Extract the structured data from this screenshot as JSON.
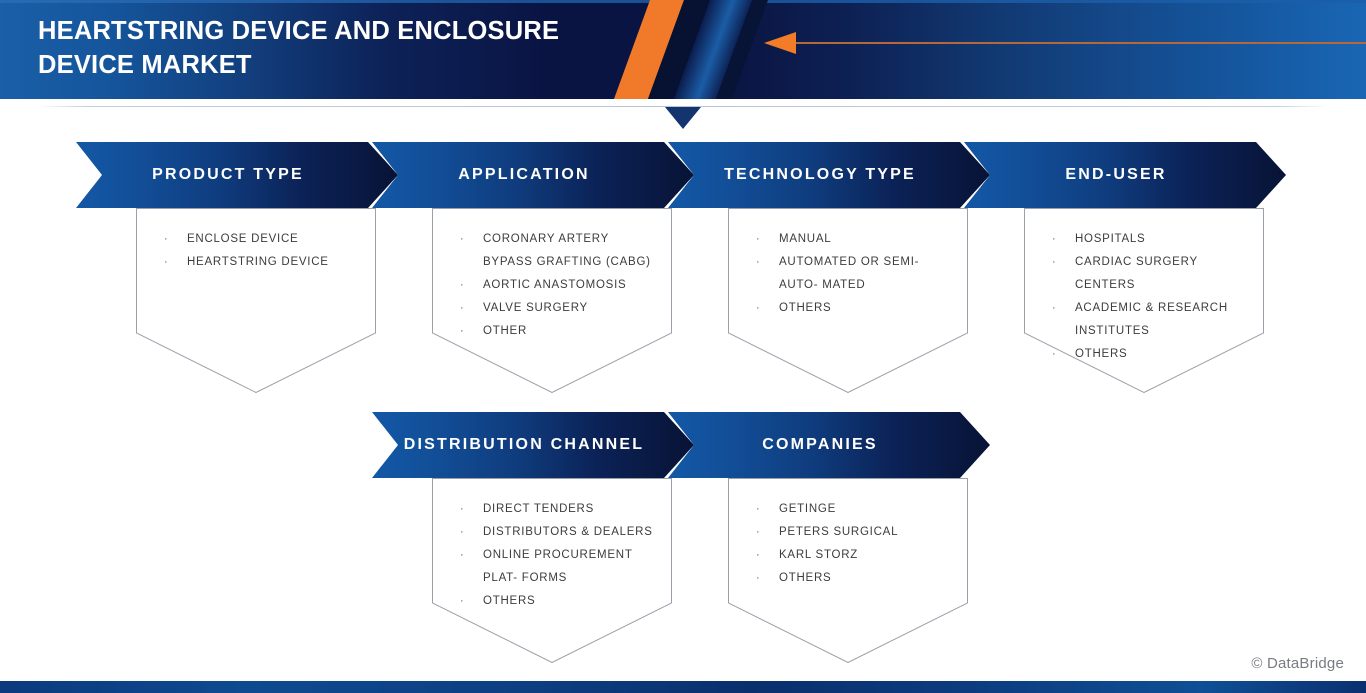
{
  "header": {
    "title": "HEARTSTRING DEVICE AND ENCLOSURE\nDEVICE MARKET",
    "accent_orange": "#f37c28",
    "navy": "#0a1340",
    "blue": "#1a5fa8"
  },
  "rows": [
    {
      "segments": [
        {
          "title": "PRODUCT TYPE",
          "items": [
            "ENCLOSE DEVICE",
            "HEARTSTRING DEVICE"
          ]
        },
        {
          "title": "APPLICATION",
          "items": [
            "CORONARY ARTERY BYPASS GRAFTING (CABG)",
            "AORTIC ANASTOMOSIS",
            "VALVE SURGERY",
            "OTHER"
          ]
        },
        {
          "title": "TECHNOLOGY TYPE",
          "items": [
            "MANUAL",
            "AUTOMATED OR SEMI-AUTO- MATED",
            "OTHERS"
          ]
        },
        {
          "title": "END-USER",
          "items": [
            "HOSPITALS",
            "CARDIAC SURGERY CENTERS",
            "ACADEMIC & RESEARCH INSTITUTES",
            "OTHERS"
          ]
        }
      ]
    },
    {
      "segments": [
        {
          "title": "DISTRIBUTION CHANNEL",
          "items": [
            "DIRECT TENDERS",
            "DISTRIBUTORS & DEALERS",
            "ONLINE PROCUREMENT PLAT- FORMS",
            "OTHERS"
          ]
        },
        {
          "title": "COMPANIES",
          "items": [
            "GETINGE",
            "PETERS SURGICAL",
            "KARL STORZ",
            "OTHERS"
          ]
        }
      ]
    }
  ],
  "bullet_glyph": "·",
  "footer": {
    "copyright": "© DataBridge"
  }
}
